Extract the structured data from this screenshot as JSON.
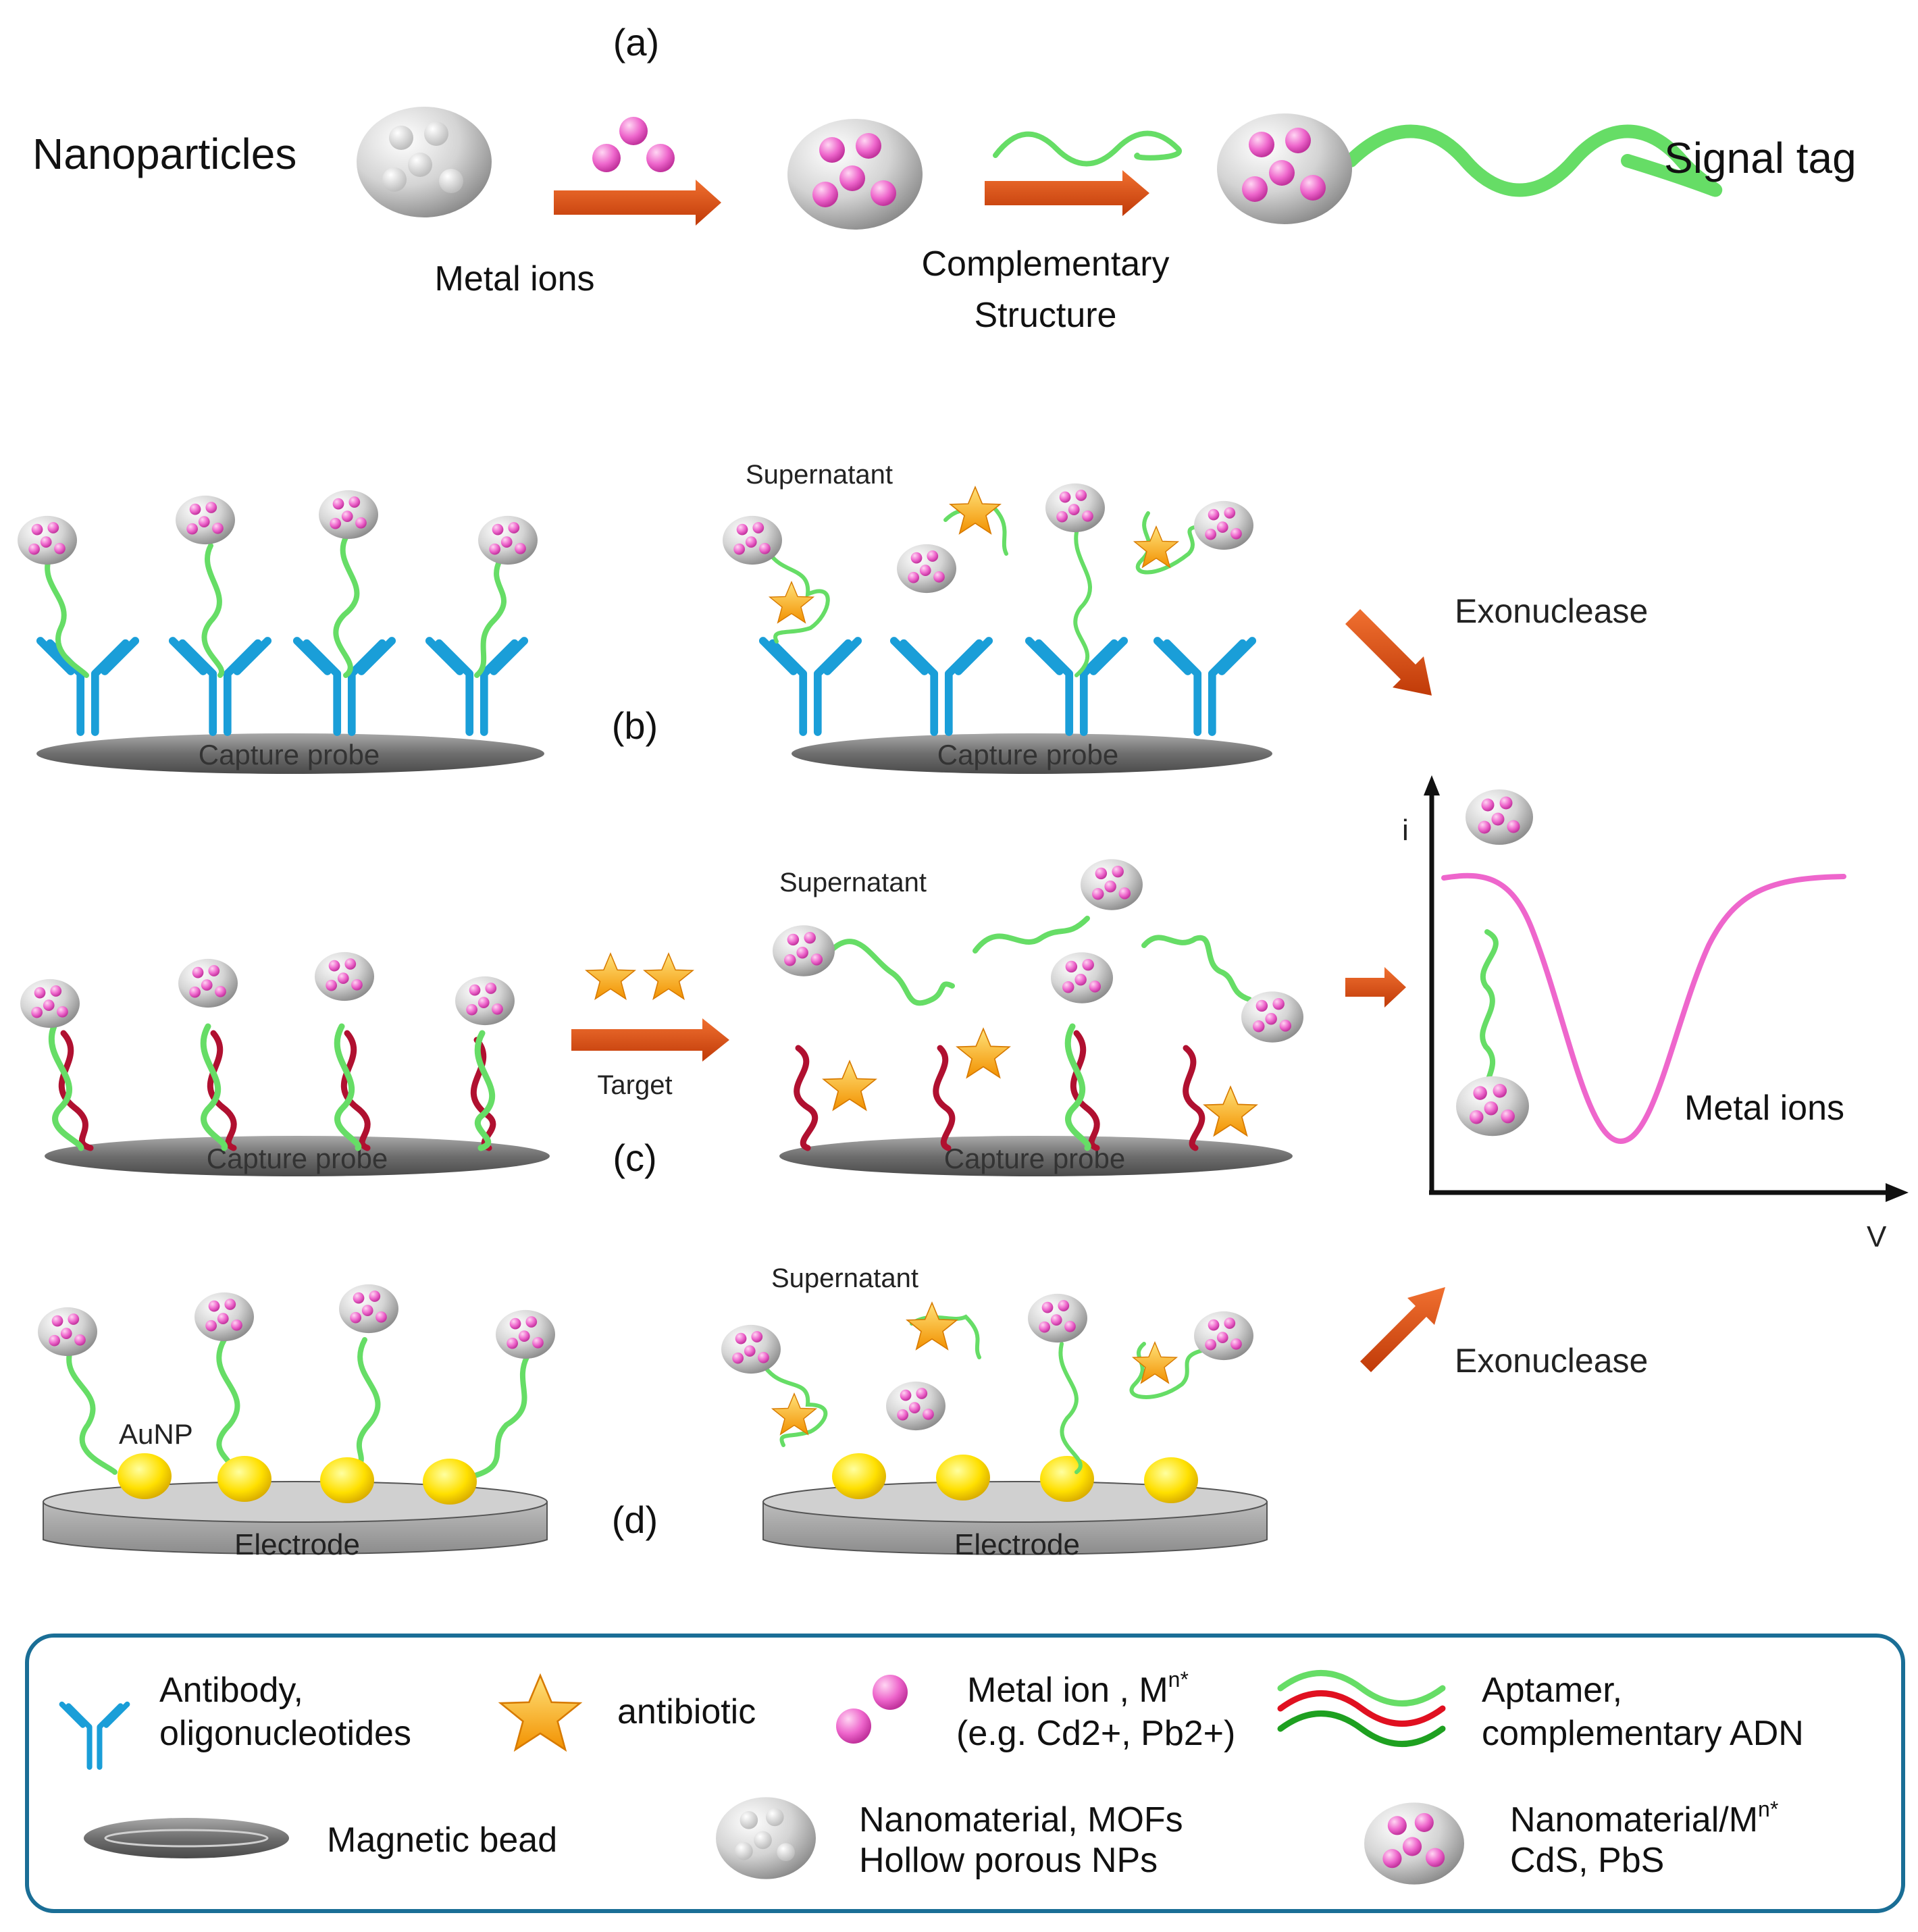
{
  "panel_a": {
    "tag": "(a)",
    "left_label": "Nanoparticles",
    "step1_label": "Metal ions",
    "step2_label_line1": "Complementary",
    "step2_label_line2": "Structure",
    "right_label": "Signal tag"
  },
  "panel_b": {
    "tag": "(b)",
    "surface_left": "Capture probe",
    "surface_right": "Capture probe",
    "supernatant": "Supernatant",
    "arrow_label": "Exonuclease"
  },
  "panel_c": {
    "tag": "(c)",
    "surface_left": "Capture probe",
    "surface_right": "Capture probe",
    "supernatant": "Supernatant",
    "arrow_label": "Target"
  },
  "panel_d": {
    "tag": "(d)",
    "surface_left": "Electrode",
    "surface_right": "Electrode",
    "aunp_label": "AuNP",
    "supernatant": "Supernatant",
    "arrow_label": "Exonuclease"
  },
  "graph": {
    "y_label": "i",
    "x_label": "V",
    "peak_label": "Metal ions"
  },
  "legend": {
    "antibody_line1": "Antibody,",
    "antibody_line2": "oligonucleotides",
    "antibiotic": "antibiotic",
    "metal_line1": "Metal ion , M",
    "metal_sup": "n*",
    "metal_line2": "(e.g. Cd2+, Pb2+)",
    "aptamer_line1": "Aptamer,",
    "aptamer_line2": "complementary ADN",
    "bead": "Magnetic bead",
    "nanomat_line1": "Nanomaterial, MOFs",
    "nanomat_line2": "Hollow porous NPs",
    "loaded_line1": "Nanomaterial/M",
    "loaded_sup": "n*",
    "loaded_line2": "CdS, PbS"
  },
  "colors": {
    "arrow": "#d24a10",
    "aptamer_green": "#66dd66",
    "complement_red": "#b01030",
    "antibody_blue": "#1a9ed8",
    "metal_pink": "#ee66cc",
    "curve_pink": "#ee66cc",
    "gold": "#ffd700",
    "antibiotic_orange": "#f5a300",
    "legend_border": "#1a6e96"
  }
}
